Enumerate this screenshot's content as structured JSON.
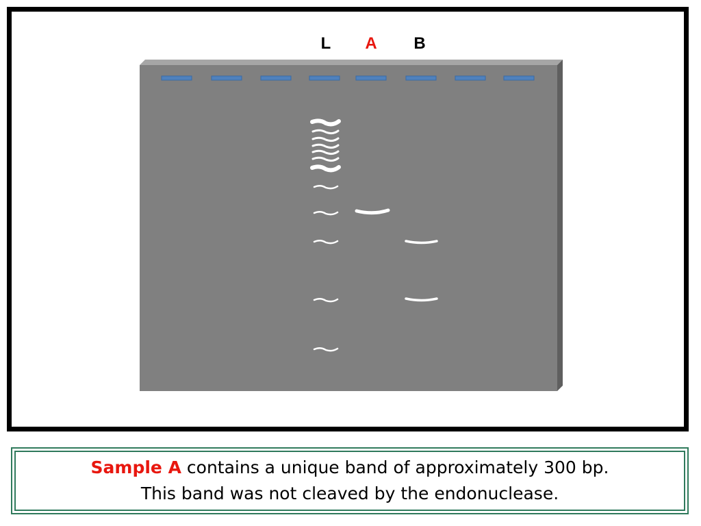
{
  "lanes": [
    {
      "id": "L",
      "label": "L",
      "color": "#000000"
    },
    {
      "id": "A",
      "label": "A",
      "color": "#e8170f"
    },
    {
      "id": "B",
      "label": "B",
      "color": "#000000"
    }
  ],
  "gel": {
    "body_color": "#808080",
    "top_edge_color": "#a6a6a6",
    "side_edge_color": "#5f5f5f",
    "well_color": "#4f81bd",
    "band_color": "#ffffff",
    "well_count": 8
  },
  "caption": {
    "line1_emphasis": "Sample A",
    "line1_rest": " contains a unique band of approximately 300 bp.",
    "line2": "This band was not cleaved by the endonuclease.",
    "emphasis_color": "#e8170f",
    "border_color": "#2f7a5c"
  }
}
